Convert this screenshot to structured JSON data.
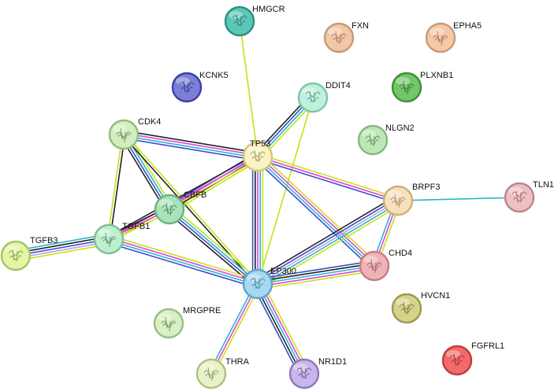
{
  "network": {
    "colors": {
      "textmining": "#c8e018",
      "experiments": "#e043dc",
      "database": "#29b6cf",
      "coexpression": "#222222",
      "neighborhood": "#2b9b2b",
      "homology": "#b5a3e5",
      "other": "#3a4ec9"
    },
    "nodes": [
      {
        "id": "HMGCR",
        "label": "HMGCR",
        "fill": "#5cc7b6",
        "ring": "#2e8f80",
        "glyph": "#2d6f64"
      },
      {
        "id": "FXN",
        "label": "FXN",
        "fill": "#f1c7a6",
        "ring": "#c49978",
        "glyph": "#a0685a"
      },
      {
        "id": "EPHA5",
        "label": "EPHA5",
        "fill": "#f5c8a6",
        "ring": "#c99a76",
        "glyph": "#a0685a"
      },
      {
        "id": "KCNK5",
        "label": "KCNK5",
        "fill": "#7b7fd6",
        "ring": "#3d40a3",
        "glyph": "#2c2f88"
      },
      {
        "id": "PLXNB1",
        "label": "PLXNB1",
        "fill": "#74c66a",
        "ring": "#3f8f36",
        "glyph": "#2f6b28"
      },
      {
        "id": "DDIT4",
        "label": "DDIT4",
        "fill": "#bff0dc",
        "ring": "#7cc7a6",
        "glyph": "#4f8a70"
      },
      {
        "id": "NLGN2",
        "label": "NLGN2",
        "fill": "#bde8b6",
        "ring": "#85b980",
        "glyph": "#4f7f4a"
      },
      {
        "id": "CDK4",
        "label": "CDK4",
        "fill": "#d2eec0",
        "ring": "#94bb7e",
        "glyph": "#5d7a4d"
      },
      {
        "id": "TP53",
        "label": "TP53",
        "fill": "#fbf3c3",
        "ring": "#d2c67c",
        "glyph": "#8f8555"
      },
      {
        "id": "BRPF3",
        "label": "BRPF3",
        "fill": "#f5e1bd",
        "ring": "#cfae77",
        "glyph": "#9c7a4d"
      },
      {
        "id": "TLN1",
        "label": "TLN1",
        "fill": "#eec0c4",
        "ring": "#bb858b",
        "glyph": "#8d5a63"
      },
      {
        "id": "CBFB",
        "label": "CBFB",
        "fill": "#a9e3b9",
        "ring": "#6fb284",
        "glyph": "#3f7a52"
      },
      {
        "id": "TGFB1",
        "label": "TGFB1",
        "fill": "#bdf0cc",
        "ring": "#7fc095",
        "glyph": "#4a8060"
      },
      {
        "id": "TGFB3",
        "label": "TGFB3",
        "fill": "#e4f5a6",
        "ring": "#a8c26a",
        "glyph": "#6a8a34"
      },
      {
        "id": "CHD4",
        "label": "CHD4",
        "fill": "#eeb3b6",
        "ring": "#c47e83",
        "glyph": "#8e4f56"
      },
      {
        "id": "EP300",
        "label": "EP300",
        "fill": "#a6d8f0",
        "ring": "#5ea4cc",
        "glyph": "#3c6f8c"
      },
      {
        "id": "HVCN1",
        "label": "HVCN1",
        "fill": "#d6d28a",
        "ring": "#9c9852",
        "glyph": "#6c6934"
      },
      {
        "id": "MRGPRE",
        "label": "MRGPRE",
        "fill": "#d9efc4",
        "ring": "#9abf82",
        "glyph": "#5e7f45"
      },
      {
        "id": "FGFRL1",
        "label": "FGFRL1",
        "fill": "#f26a6a",
        "ring": "#bf3d3d",
        "glyph": "#8f2a2a"
      },
      {
        "id": "THRA",
        "label": "THRA",
        "fill": "#e8f2c8",
        "ring": "#adc27e",
        "glyph": "#73854f"
      },
      {
        "id": "NR1D1",
        "label": "NR1D1",
        "fill": "#c9b6ea",
        "ring": "#8d77bd",
        "glyph": "#5d4a8c"
      }
    ],
    "edges": [
      {
        "source": "HMGCR",
        "target": "TP53",
        "evidence": [
          "textmining"
        ]
      },
      {
        "source": "DDIT4",
        "target": "TP53",
        "evidence": [
          "textmining",
          "database",
          "other",
          "coexpression"
        ]
      },
      {
        "source": "DDIT4",
        "target": "EP300",
        "evidence": [
          "textmining"
        ]
      },
      {
        "source": "CDK4",
        "target": "TP53",
        "evidence": [
          "coexpression",
          "experiments",
          "database",
          "other"
        ]
      },
      {
        "source": "CDK4",
        "target": "TGFB1",
        "evidence": [
          "coexpression",
          "textmining"
        ]
      },
      {
        "source": "CDK4",
        "target": "CBFB",
        "evidence": [
          "textmining",
          "database",
          "other",
          "coexpression"
        ]
      },
      {
        "source": "CDK4",
        "target": "EP300",
        "evidence": [
          "textmining",
          "coexpression"
        ]
      },
      {
        "source": "TP53",
        "target": "CBFB",
        "evidence": [
          "textmining",
          "coexpression",
          "experiments",
          "other"
        ]
      },
      {
        "source": "TP53",
        "target": "TGFB1",
        "evidence": [
          "textmining",
          "experiments",
          "coexpression"
        ]
      },
      {
        "source": "TP53",
        "target": "EP300",
        "evidence": [
          "textmining",
          "database",
          "experiments",
          "coexpression",
          "other"
        ]
      },
      {
        "source": "TP53",
        "target": "BRPF3",
        "evidence": [
          "textmining",
          "experiments",
          "other"
        ]
      },
      {
        "source": "TP53",
        "target": "CHD4",
        "evidence": [
          "textmining",
          "experiments",
          "database",
          "other"
        ]
      },
      {
        "source": "BRPF3",
        "target": "TLN1",
        "evidence": [
          "database"
        ]
      },
      {
        "source": "BRPF3",
        "target": "EP300",
        "evidence": [
          "textmining",
          "database",
          "homology",
          "other",
          "coexpression"
        ]
      },
      {
        "source": "BRPF3",
        "target": "CHD4",
        "evidence": [
          "textmining",
          "experiments",
          "database"
        ]
      },
      {
        "source": "CBFB",
        "target": "TGFB1",
        "evidence": [
          "textmining",
          "experiments",
          "coexpression"
        ]
      },
      {
        "source": "CBFB",
        "target": "EP300",
        "evidence": [
          "textmining",
          "database",
          "other",
          "coexpression"
        ]
      },
      {
        "source": "TGFB1",
        "target": "TGFB3",
        "evidence": [
          "textmining",
          "homology",
          "other",
          "coexpression",
          "database"
        ]
      },
      {
        "source": "TGFB1",
        "target": "EP300",
        "evidence": [
          "textmining",
          "experiments",
          "database",
          "other"
        ]
      },
      {
        "source": "CHD4",
        "target": "EP300",
        "evidence": [
          "textmining",
          "experiments",
          "database",
          "coexpression",
          "other"
        ]
      },
      {
        "source": "EP300",
        "target": "THRA",
        "evidence": [
          "textmining",
          "experiments",
          "database"
        ]
      },
      {
        "source": "EP300",
        "target": "NR1D1",
        "evidence": [
          "textmining",
          "experiments",
          "database",
          "coexpression",
          "other"
        ]
      }
    ]
  }
}
